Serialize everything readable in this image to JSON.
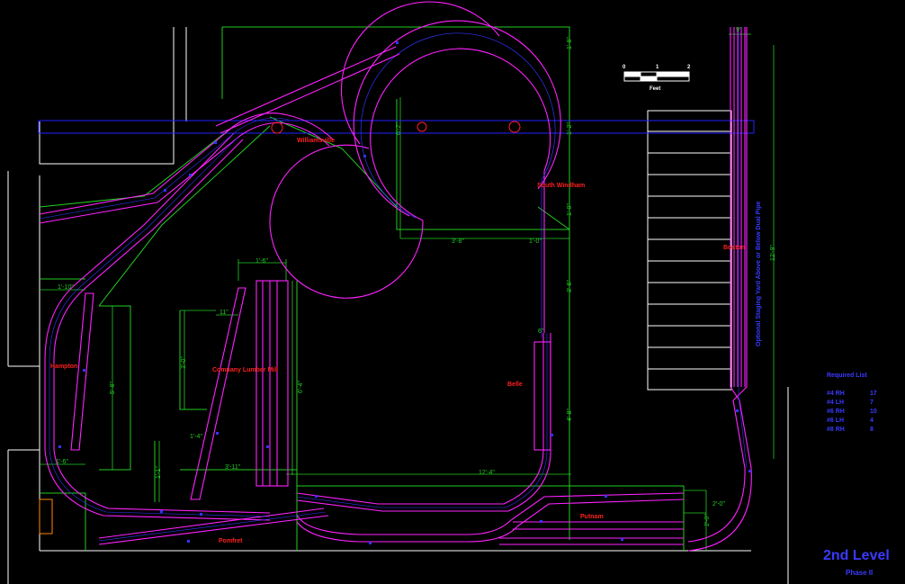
{
  "title": "2nd Level",
  "subtitle": "Phase II",
  "scale": {
    "ticks": [
      "0",
      "1",
      "2"
    ],
    "unit": "Feet"
  },
  "places": {
    "williamsville": "Williamsville",
    "south_windham": "South Windham",
    "boston": "Boston",
    "hampton": "Hampton",
    "company_lumber": "Company Lumber Mill",
    "belle": "Belle",
    "putnam": "Putnam",
    "pomfret": "Pomfret"
  },
  "stage_note": "Optional Staging Yard Above or Below Dual Pipe",
  "dimensions": {
    "d_1_8_top": "1'-8\"",
    "d_6_2": "6'-2\"",
    "d_1_2": "1'-2\"",
    "d_1_0_a": "1'-0\"",
    "d_3_8": "3'-8\"",
    "d_1_0_b": "1'-0\"",
    "d_3_6": "3'-6\"",
    "d_4_8": "4'-8\"",
    "d_12_4": "12'-4\"",
    "d_2_0_a": "2'-0\"",
    "d_2_0_b": "2'-0\"",
    "d_12_9": "12'-9\"",
    "d_9": "9\"",
    "d_1_10": "1'-10\"",
    "d_5_8": "5'-8\"",
    "d_1_6_left": "1'-6\"",
    "d_1_6_mid": "1'-6\"",
    "d_11": "11\"",
    "d_3_0": "3'-0\"",
    "d_1_4": "1'-4\"",
    "d_1_1": "1'-1\"",
    "d_3_11": "3'-11\"",
    "d_6_4": "6'-4\"",
    "d_6": "6\""
  },
  "required_list": {
    "title": "Required List",
    "rows": [
      {
        "item": "#4 RH",
        "count": "17"
      },
      {
        "item": "#4 LH",
        "count": "7"
      },
      {
        "item": "#6 RH",
        "count": "10"
      },
      {
        "item": "#6 LH",
        "count": "4"
      },
      {
        "item": "#8 RH",
        "count": "8"
      }
    ]
  },
  "colors": {
    "benchwork": "#22cc22",
    "track": "#ff22ff",
    "track_center": "#3333ff",
    "walls": "#ffffff",
    "labels": "#ff2020",
    "legend": "#3a3aff"
  }
}
